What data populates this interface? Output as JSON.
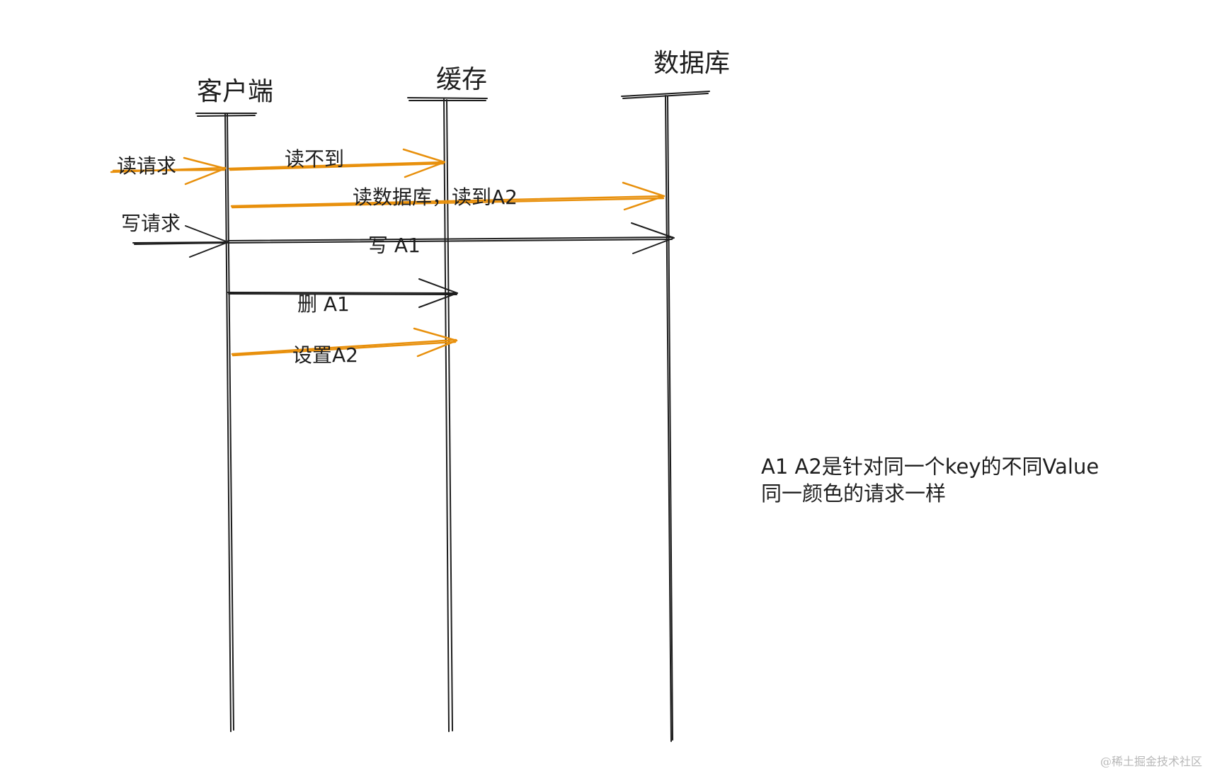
{
  "participants": {
    "client": "客户端",
    "cache": "缓存",
    "database": "数据库"
  },
  "messages": {
    "read_request": "读请求",
    "read_miss": "读不到",
    "read_db": "读数据库，读到A2",
    "write_request": "写请求",
    "write_a1": "写 A1",
    "delete_a1": "删 A1",
    "set_a2": "设置A2"
  },
  "note": {
    "line1": "A1 A2是针对同一个key的不同Value",
    "line2": "同一颜色的请求一样"
  },
  "watermark": "@稀土掘金技术社区",
  "colors": {
    "read_flow": "#e8900c",
    "write_flow": "#1e1e1e",
    "lifeline": "#1e1e1e"
  }
}
